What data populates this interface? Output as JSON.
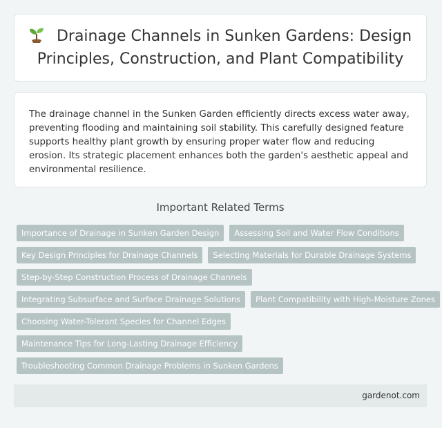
{
  "header": {
    "icon": "seedling-icon",
    "title": "Drainage Channels in Sunken Gardens: Design Principles, Construction, and Plant Compatibility"
  },
  "description": {
    "text": "The drainage channel in the Sunken Garden efficiently directs excess water away, preventing flooding and maintaining soil stability. This carefully designed feature supports healthy plant growth by ensuring proper water flow and reducing erosion. Its strategic placement enhances both the garden's aesthetic appeal and environmental resilience."
  },
  "terms": {
    "heading": "Important Related Terms",
    "rows": [
      [
        "Importance of Drainage in Sunken Garden Design",
        "Assessing Soil and Water Flow Conditions"
      ],
      [
        "Key Design Principles for Drainage Channels",
        "Selecting Materials for Durable Drainage Systems"
      ],
      [
        "Step-by-Step Construction Process of Drainage Channels"
      ],
      [
        "Integrating Subsurface and Surface Drainage Solutions",
        "Plant Compatibility with High-Moisture Zones"
      ],
      [
        "Choosing Water-Tolerant Species for Channel Edges"
      ],
      [
        "Maintenance Tips for Long-Lasting Drainage Efficiency"
      ],
      [
        "Troubleshooting Common Drainage Problems in Sunken Gardens"
      ]
    ]
  },
  "footer": {
    "site": "gardenot.com"
  },
  "colors": {
    "background": "#f1f5f5",
    "tag": "#b6c3c3",
    "footer": "#e4eaea"
  }
}
